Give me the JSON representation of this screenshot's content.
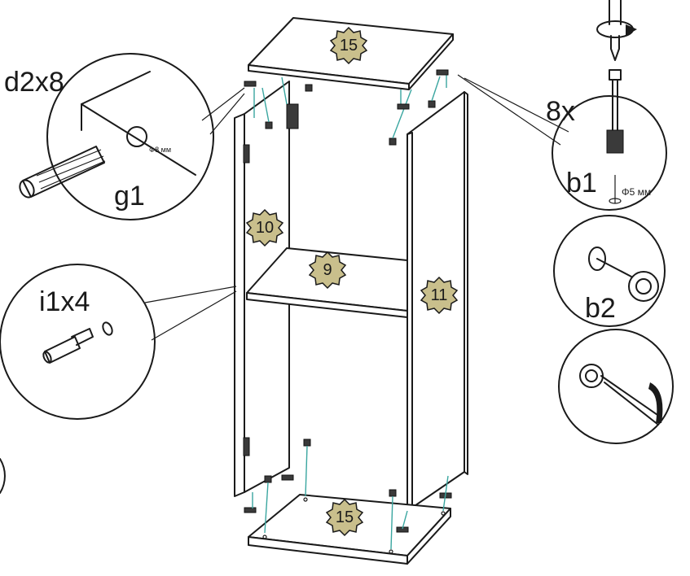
{
  "parts": {
    "top": "15",
    "bottom": "15",
    "left_side": "10",
    "right_side": "11",
    "shelf": "9"
  },
  "callouts": {
    "d2x8": "d2x8",
    "g1": "g1",
    "g1_dim": "Φ8 мм",
    "count_8x": "8x",
    "b1": "b1",
    "b1_dim": "Φ5 мм",
    "b2": "b2",
    "i1x4": "i1x4"
  },
  "colors": {
    "badge": "#c9bf8c",
    "connector": "#3aa6a0",
    "line": "#1a1a1a"
  },
  "icons": [
    "screwdriver-icon",
    "rotate-arrow-icon",
    "dowel-icon",
    "cam-bolt-icon",
    "cam-lock-icon",
    "shelf-pin-icon"
  ]
}
